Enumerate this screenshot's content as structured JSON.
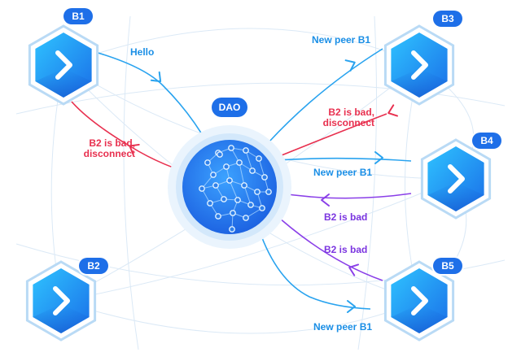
{
  "dao": {
    "label": "DAO"
  },
  "nodes": [
    {
      "id": "B1",
      "label": "B1"
    },
    {
      "id": "B2",
      "label": "B2"
    },
    {
      "id": "B3",
      "label": "B3"
    },
    {
      "id": "B4",
      "label": "B4"
    },
    {
      "id": "B5",
      "label": "B5"
    }
  ],
  "edges": [
    {
      "from": "B1",
      "to": "DAO",
      "label": "Hello",
      "color": "#29a3ef"
    },
    {
      "from": "DAO",
      "to": "B1",
      "label": "B2 is bad, disconnect",
      "color": "#e8304f"
    },
    {
      "from": "DAO",
      "to": "B3",
      "label": "New peer B1",
      "color": "#29a3ef"
    },
    {
      "from": "B3",
      "to": "DAO",
      "label": "B2 is bad, disconnect",
      "color": "#e8304f"
    },
    {
      "from": "DAO",
      "to": "B4",
      "label": "New peer B1",
      "color": "#29a3ef"
    },
    {
      "from": "B4",
      "to": "DAO",
      "label": "B2 is bad",
      "color": "#8a3fe8"
    },
    {
      "from": "DAO",
      "to": "B5",
      "label": "B2 is bad",
      "color": "#8a3fe8"
    },
    {
      "from": "DAO",
      "to": "B5",
      "label": "New peer B1",
      "color": "#29a3ef"
    }
  ],
  "colors": {
    "accent_blue": "#29a3ef",
    "badge_blue": "#1e6fe8",
    "alert_red": "#e8304f",
    "warning_purple": "#8a3fe8",
    "mesh_line": "#d7e8f6"
  },
  "icons": {
    "node": "chevron-right-icon"
  }
}
